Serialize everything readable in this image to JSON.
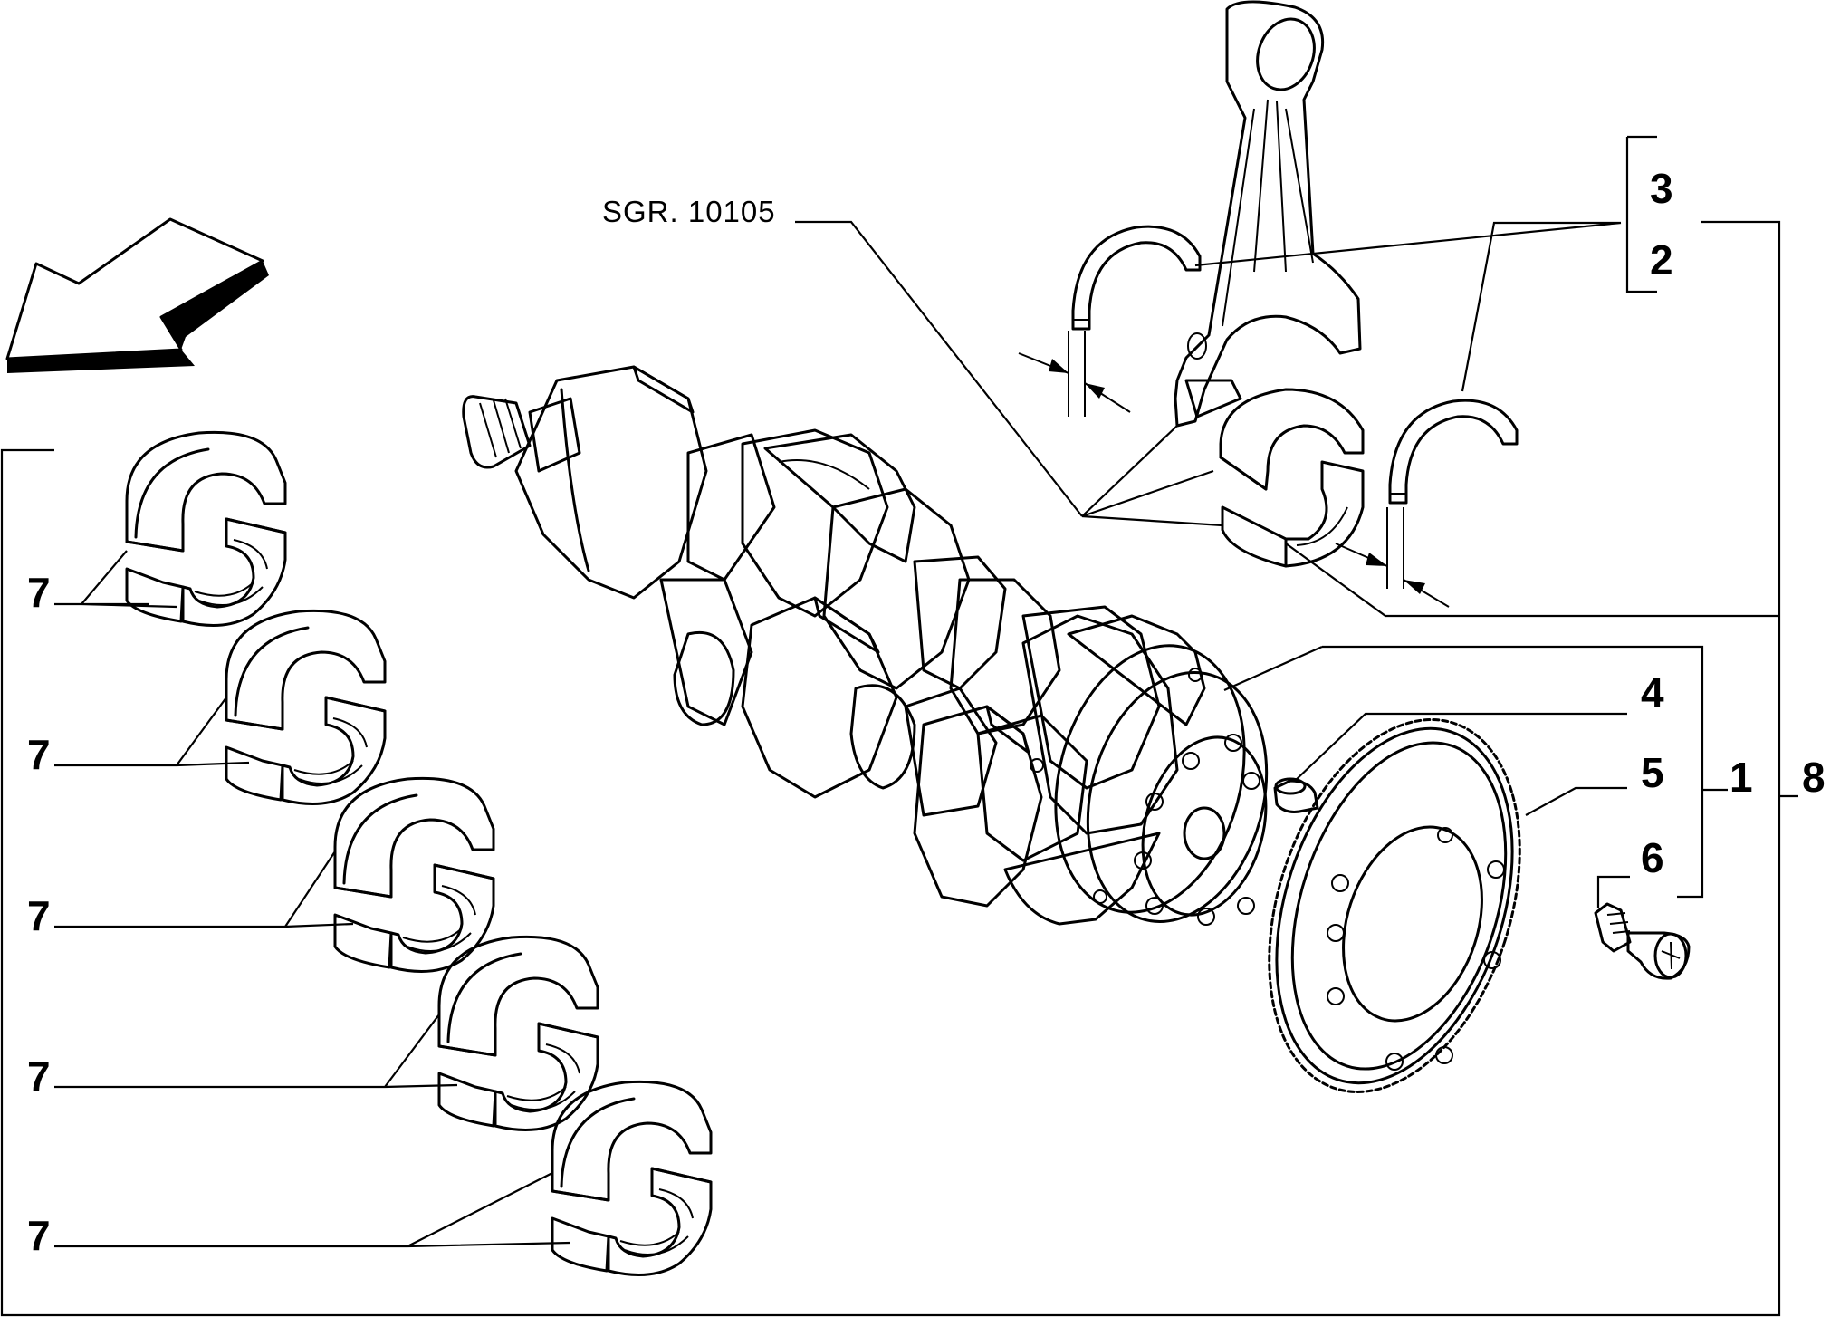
{
  "reference_label": "SGR. 10105",
  "callouts": {
    "item_1": "1",
    "item_2": "2",
    "item_3": "3",
    "item_4": "4",
    "item_5": "5",
    "item_6": "6",
    "item_7": "7",
    "item_8": "8"
  },
  "icons": {
    "direction_arrow": "arrow-icon",
    "crankshaft": "crankshaft-icon",
    "connecting_rod": "connecting-rod-icon",
    "thrust_washer": "thrust-washer-icon",
    "bearing_shell": "bearing-shell-icon",
    "dowel_pin": "dowel-pin-icon",
    "tone_wheel": "tone-wheel-icon",
    "screw": "screw-icon"
  },
  "colors": {
    "ink": "#000000",
    "paper": "#ffffff"
  }
}
